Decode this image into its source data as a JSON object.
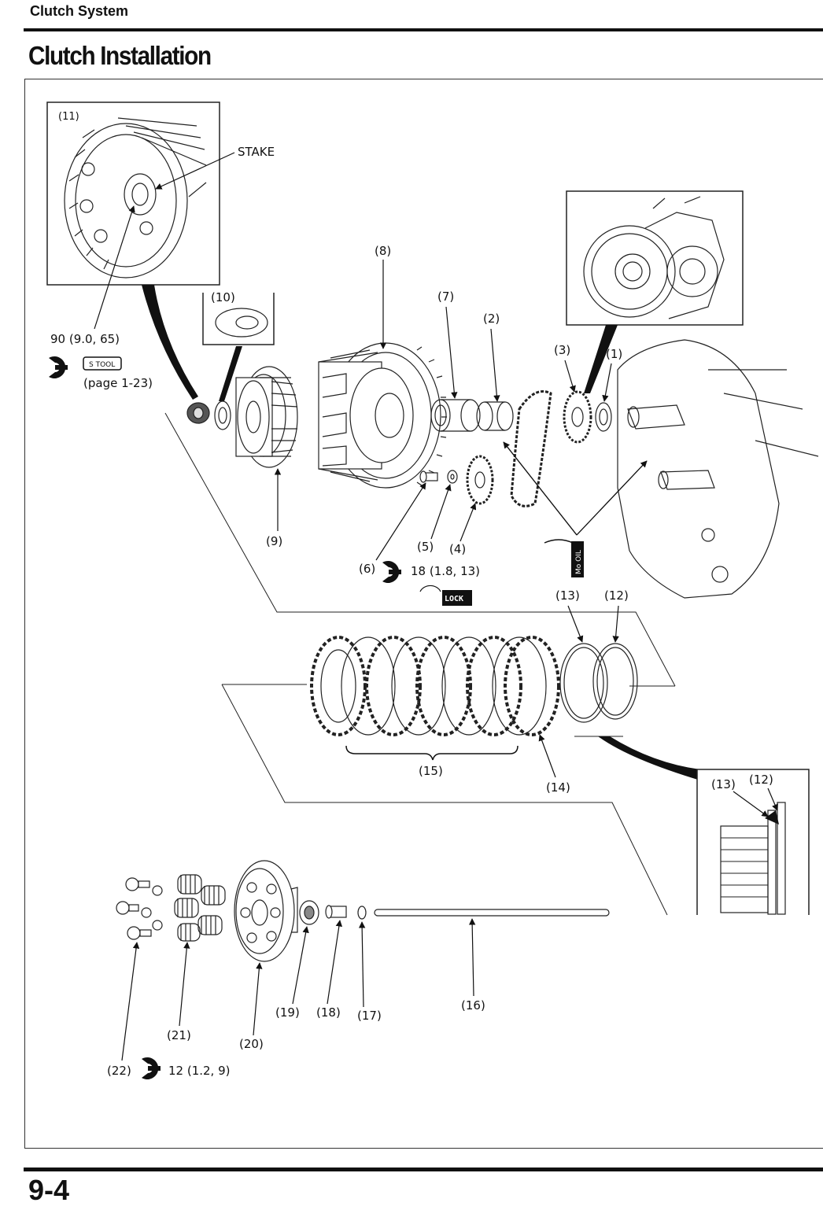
{
  "header": {
    "section": "Clutch System",
    "title": "Clutch Installation"
  },
  "footer": {
    "page_number": "9-4"
  },
  "callouts": {
    "c1": "(1)",
    "c2": "(2)",
    "c3": "(3)",
    "c4": "(4)",
    "c5": "(5)",
    "c6": "(6)",
    "c7": "(7)",
    "c8": "(8)",
    "c9": "(9)",
    "c10": "(10)",
    "c11": "(11)",
    "c12": "(12)",
    "c13": "(13)",
    "c14": "(14)",
    "c15": "(15)",
    "c16": "(16)",
    "c17": "(17)",
    "c18": "(18)",
    "c19": "(19)",
    "c20": "(20)",
    "c21": "(21)",
    "c22": "(22)",
    "inset_c12": "(12)",
    "inset_c13": "(13)"
  },
  "annotations": {
    "stake": "STAKE",
    "torque_main": "90 (9.0, 65)",
    "special_tool_badge": "S TOOL",
    "page_ref": "(page 1-23)",
    "torque_bolt": "18 (1.8, 13)",
    "lock_badge": "LOCK",
    "mo_oil_badge": "Mo OIL",
    "torque_pressure_bolts": "12 (1.2, 9)"
  }
}
